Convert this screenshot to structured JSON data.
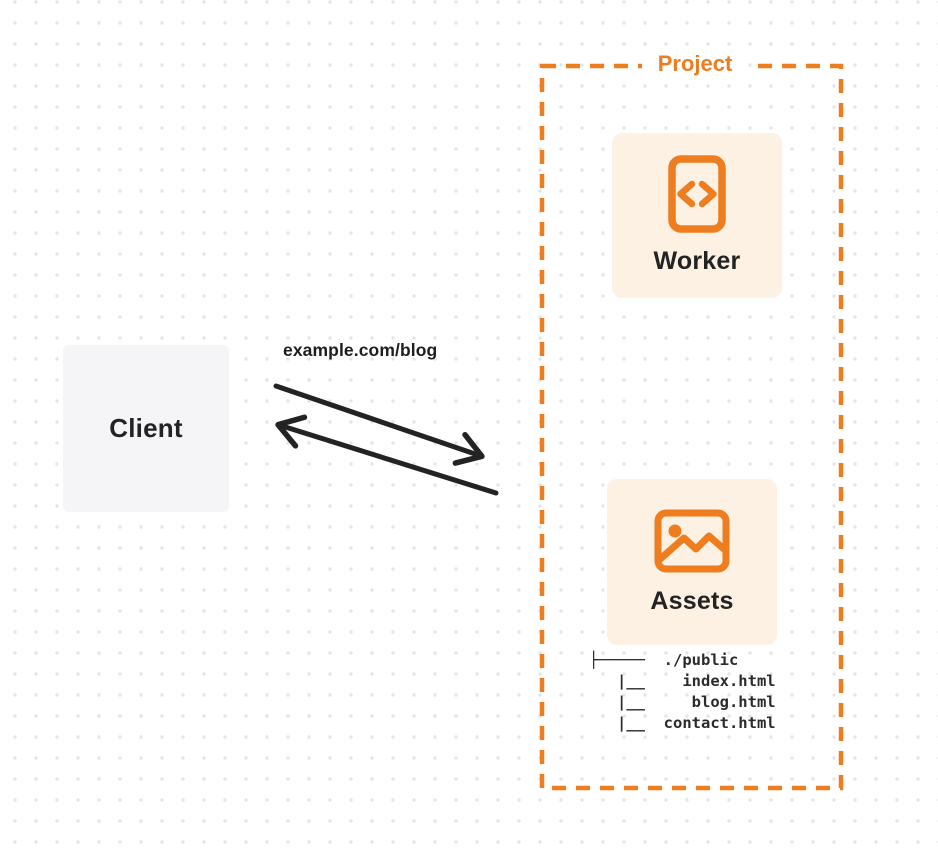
{
  "diagram": {
    "client": {
      "label": "Client"
    },
    "request_label": "example.com/blog",
    "project": {
      "label": "Project",
      "worker": {
        "label": "Worker",
        "icon": "code-file-icon"
      },
      "assets": {
        "label": "Assets",
        "icon": "image-icon"
      },
      "file_tree": [
        "├─────  ./public",
        "   |__    index.html",
        "   |__     blog.html",
        "   |__  contact.html"
      ]
    },
    "colors": {
      "accent_orange": "#ee7d1f",
      "card_background": "#fcf1e3",
      "client_background": "#f5f5f7",
      "arrow": "#232323",
      "dot_grid": "#e5e5e7"
    }
  }
}
